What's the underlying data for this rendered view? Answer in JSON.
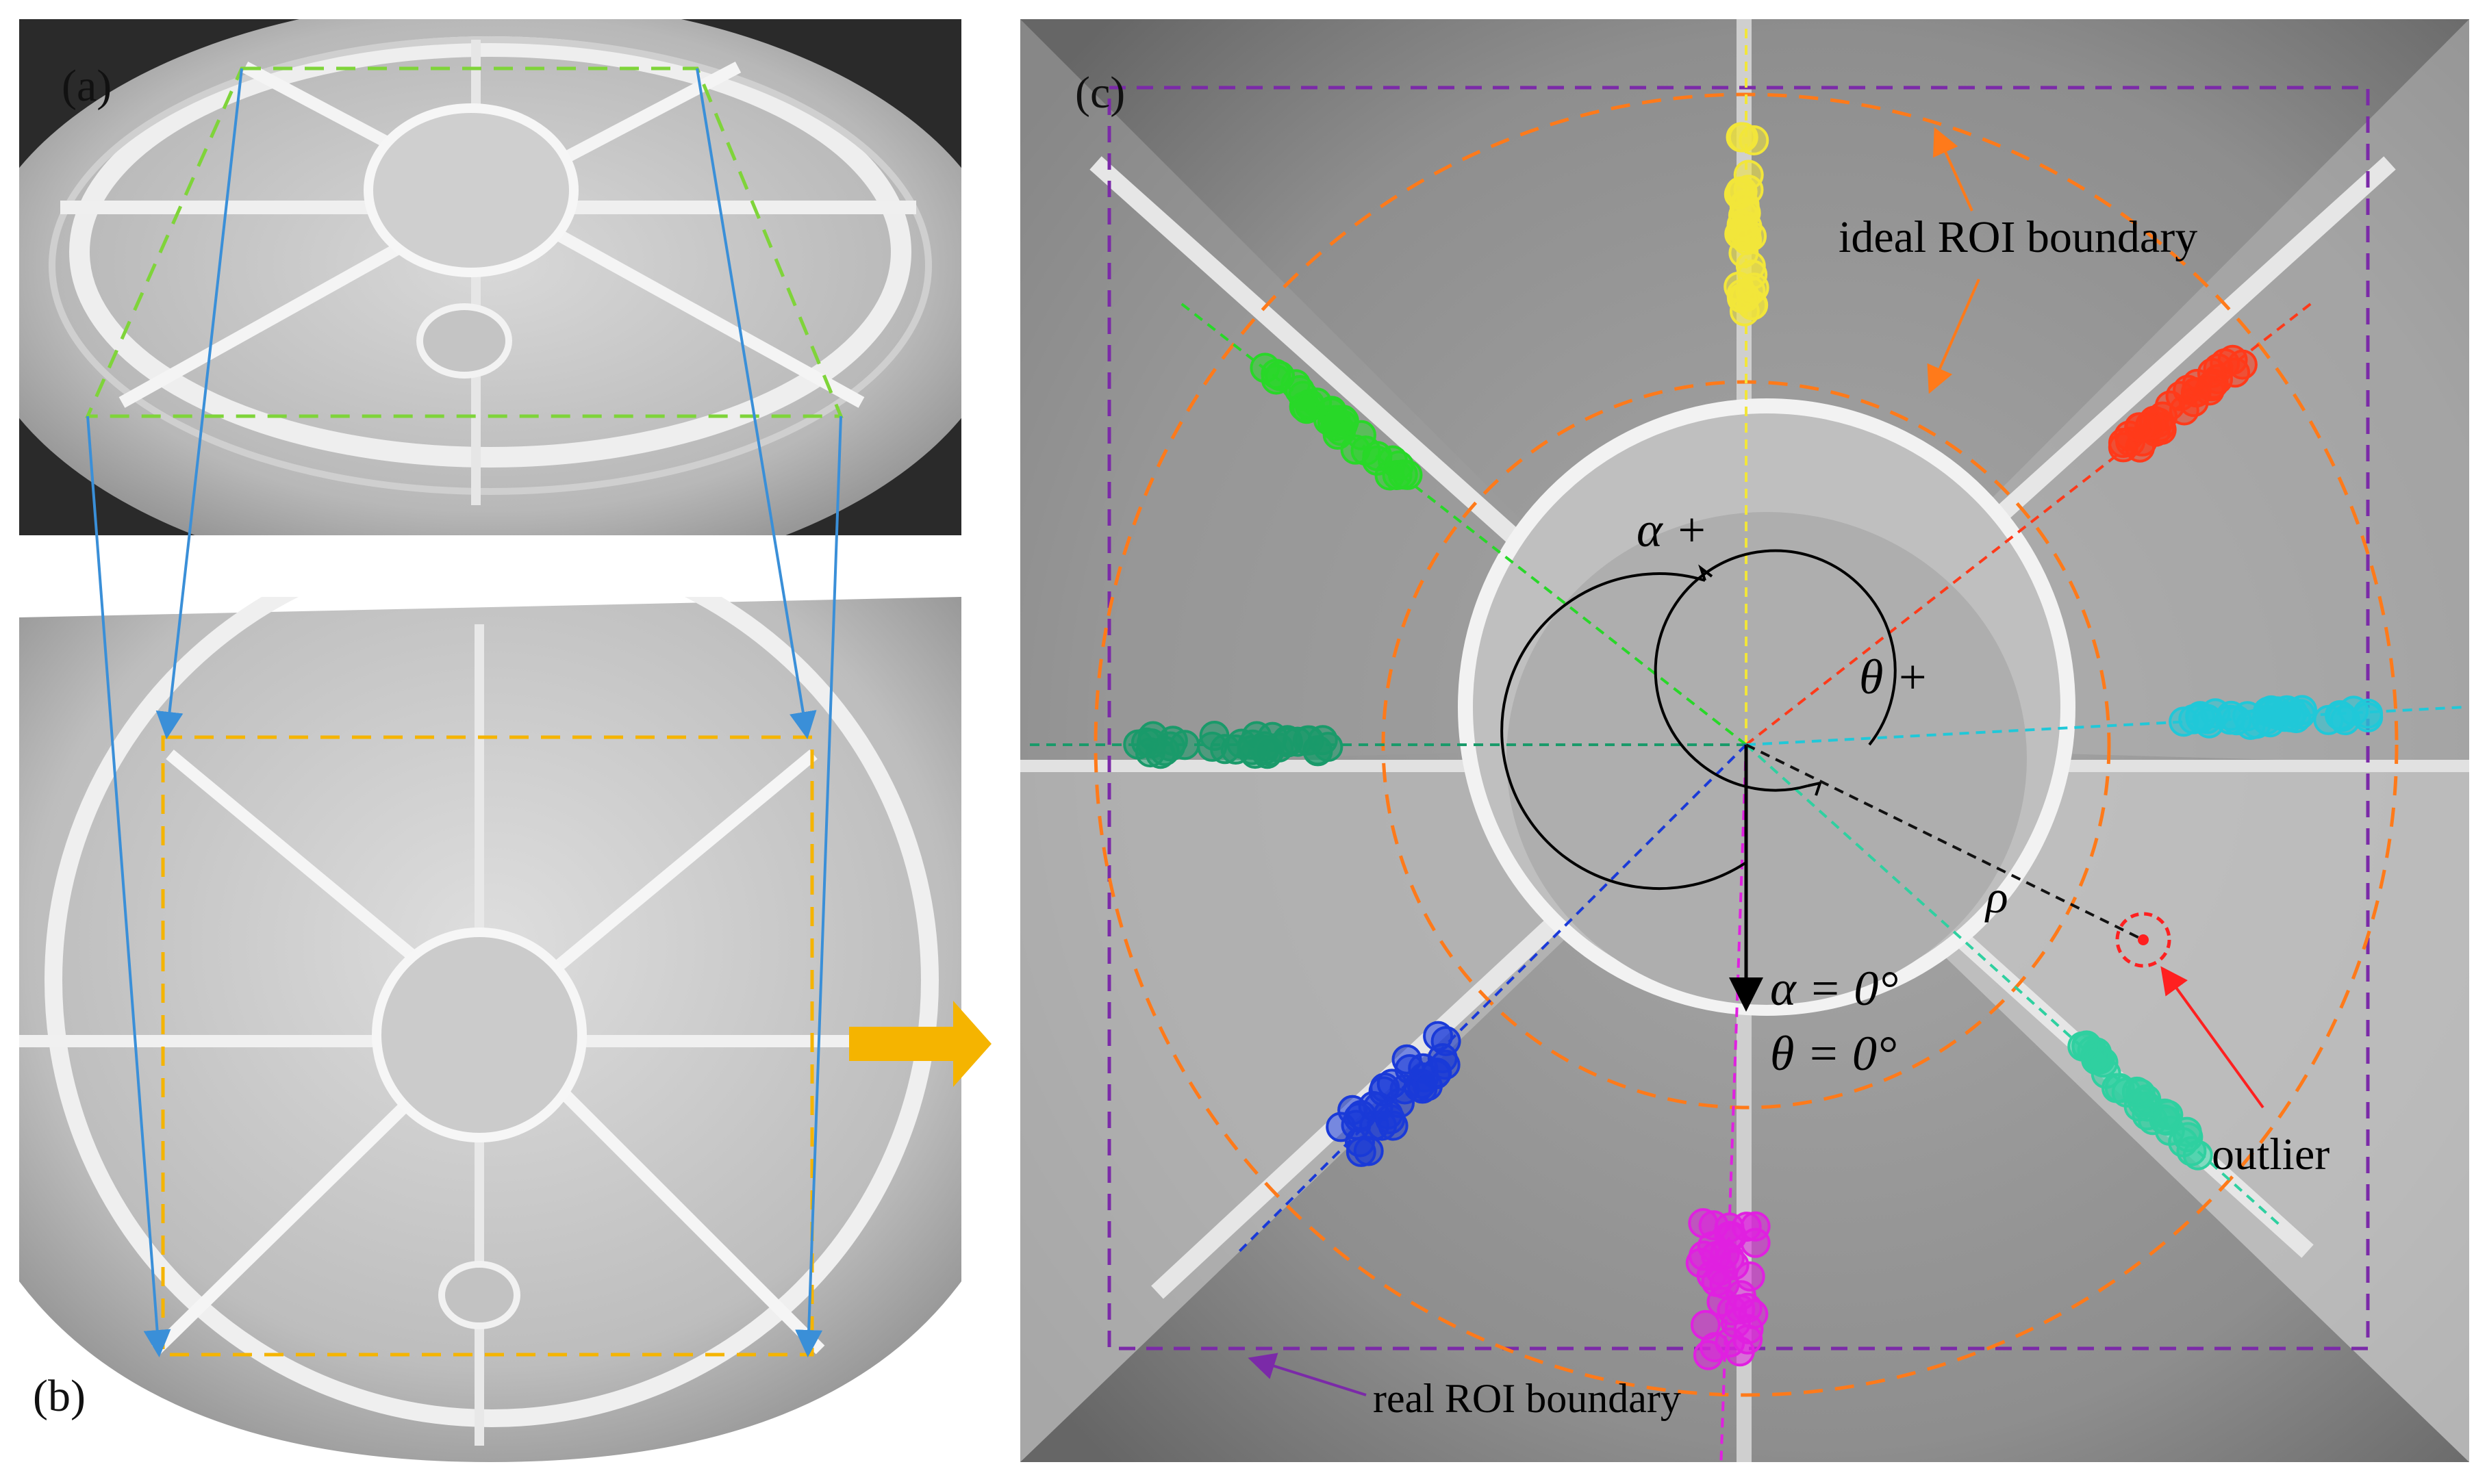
{
  "figure": {
    "panels": {
      "a": {
        "label": "(a)"
      },
      "b": {
        "label": "(b)"
      },
      "c": {
        "label": "(c)"
      }
    },
    "annotations": {
      "ideal_roi": "ideal ROI boundary",
      "real_roi": "real ROI boundary",
      "outlier": "outlier",
      "alpha_plus": "α +",
      "theta_plus": "θ +",
      "rho": "ρ",
      "alpha_zero": "α = 0°",
      "theta_zero": "θ = 0°"
    },
    "colors": {
      "perspective_quad": "#7fd43a",
      "mapping_arrows": "#3a8fd8",
      "rectified_roi": "#f5b400",
      "panel_arrow": "#f5b400",
      "ideal_roi": "#ff7a1a",
      "real_roi": "#7b2aa8",
      "outlier_marker": "#ff2020",
      "clusters": [
        "#f2e63a",
        "#ff3a1a",
        "#2fd0a0",
        "#20c8d8",
        "#e020e0",
        "#1a3ad8",
        "#1a9a6a",
        "#28d828"
      ]
    }
  }
}
